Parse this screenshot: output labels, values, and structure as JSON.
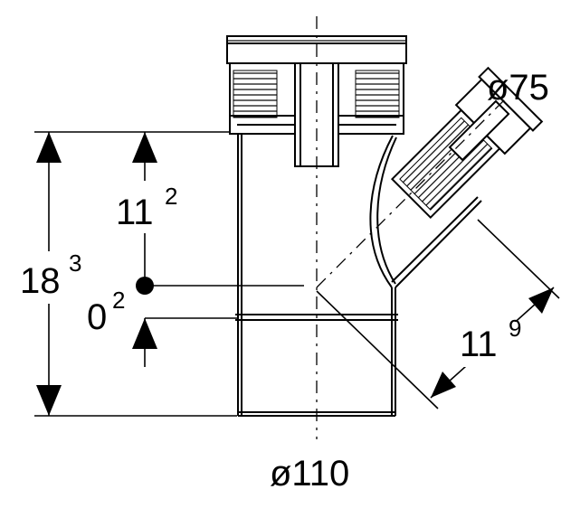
{
  "drawing": {
    "outlet_diameter": "ø75",
    "pipe_diameter": "ø110",
    "height_total": {
      "value": "18",
      "exponent": "3"
    },
    "height_to_branch": {
      "value": "11",
      "exponent": "2"
    },
    "offset": {
      "value": "0",
      "exponent": "2"
    },
    "branch_length": {
      "value": "11",
      "exponent": "9"
    }
  },
  "colors": {
    "line": "#000000",
    "background": "#ffffff"
  }
}
